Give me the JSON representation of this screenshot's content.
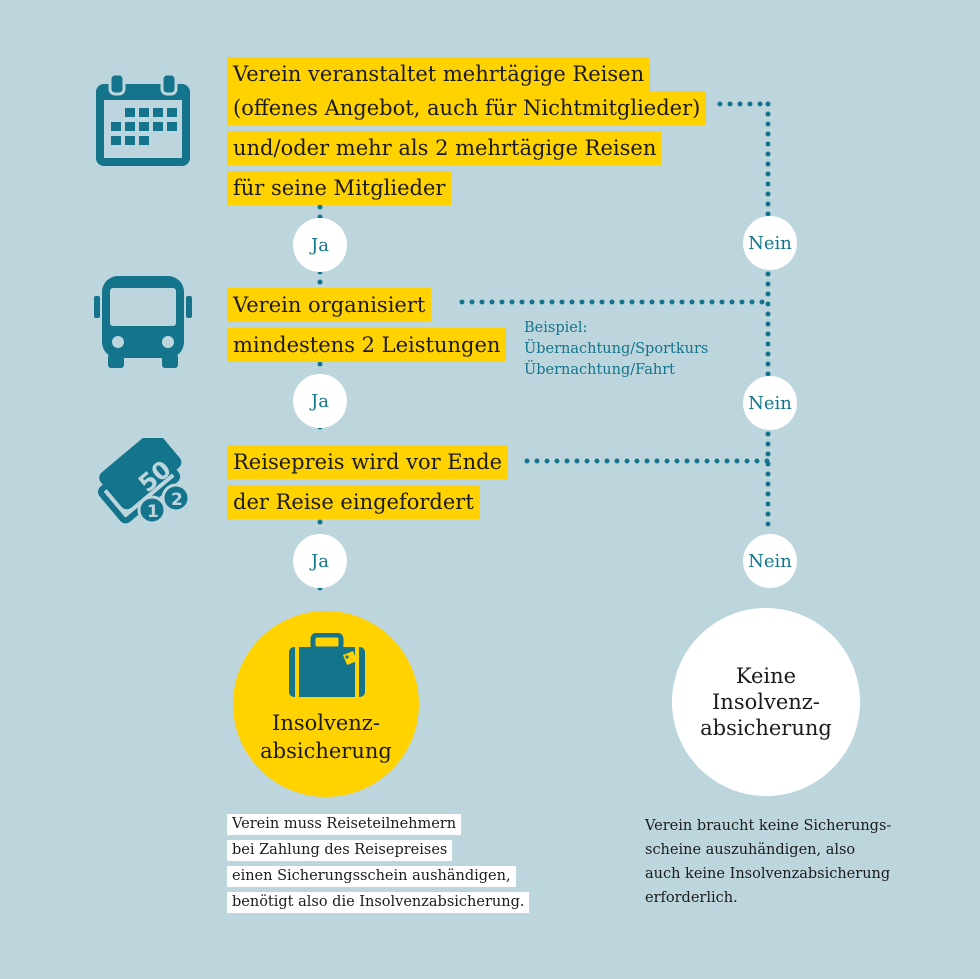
{
  "step1": {
    "lines": [
      "Verein veranstaltet mehrtägige Reisen",
      "(offenes Angebot, auch für Nichtmitglieder)",
      "und/oder mehr als 2 mehrtägige Reisen",
      "für seine Mitglieder"
    ],
    "icon": "calendar-icon"
  },
  "step2": {
    "lines": [
      "Verein organisiert",
      "mindestens 2 Leistungen"
    ],
    "icon": "bus-icon",
    "example": [
      "Beispiel:",
      "Übernachtung/Sportkurs",
      "Übernachtung/Fahrt"
    ]
  },
  "step3": {
    "lines": [
      "Reisepreis wird vor Ende",
      "der Reise eingefordert"
    ],
    "icon": "money-icon"
  },
  "answers": {
    "yes": "Ja",
    "no": "Nein"
  },
  "result_yes": {
    "lines": [
      "Insolvenz-",
      "absicherung"
    ],
    "icon": "suitcase-icon",
    "note": [
      "Verein muss Reiseteilnehmern",
      "bei Zahlung des Reisepreises",
      "einen Sicherungsschein aushändigen,",
      "benötigt also die Insolvenzabsicherung."
    ]
  },
  "result_no": {
    "lines": [
      "Keine",
      "Insolvenz-",
      "absicherung"
    ],
    "note": [
      "Verein braucht keine Sicherungs-",
      "scheine auszuhändigen,  also",
      "auch keine Insolvenzabsicherung",
      "erforderlich."
    ]
  },
  "colors": {
    "background": "#bdd6de",
    "highlight": "#ffd200",
    "accent": "#14748c",
    "white": "#ffffff"
  }
}
